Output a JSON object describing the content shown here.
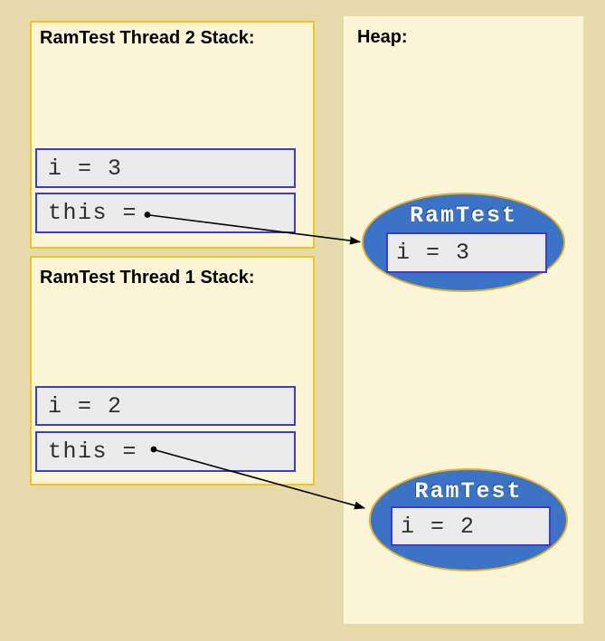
{
  "stacks": [
    {
      "title": "RamTest Thread 2 Stack:",
      "vars": [
        {
          "label": "i = 3"
        },
        {
          "label": "this ="
        }
      ]
    },
    {
      "title": "RamTest Thread 1 Stack:",
      "vars": [
        {
          "label": "i = 2"
        },
        {
          "label": "this ="
        }
      ]
    }
  ],
  "heap": {
    "title": "Heap:",
    "objects": [
      {
        "class_name": "RamTest",
        "field": "i = 3"
      },
      {
        "class_name": "RamTest",
        "field": "i = 2"
      }
    ]
  },
  "references": [
    {
      "from": "thread-2 this",
      "to": "heap RamTest (i = 3)"
    },
    {
      "from": "thread-1 this",
      "to": "heap RamTest (i = 2)"
    }
  ],
  "colors": {
    "background": "#E7DBAE",
    "panel_fill": "#FCF5D6",
    "panel_border": "#F2C51D",
    "variable_fill": "#EBEBEB",
    "variable_border": "#3B3BCF",
    "object_fill": "#3B73C6",
    "object_border": "#E2AE35",
    "object_text": "#FFFFFF",
    "arrow": "#000000"
  }
}
